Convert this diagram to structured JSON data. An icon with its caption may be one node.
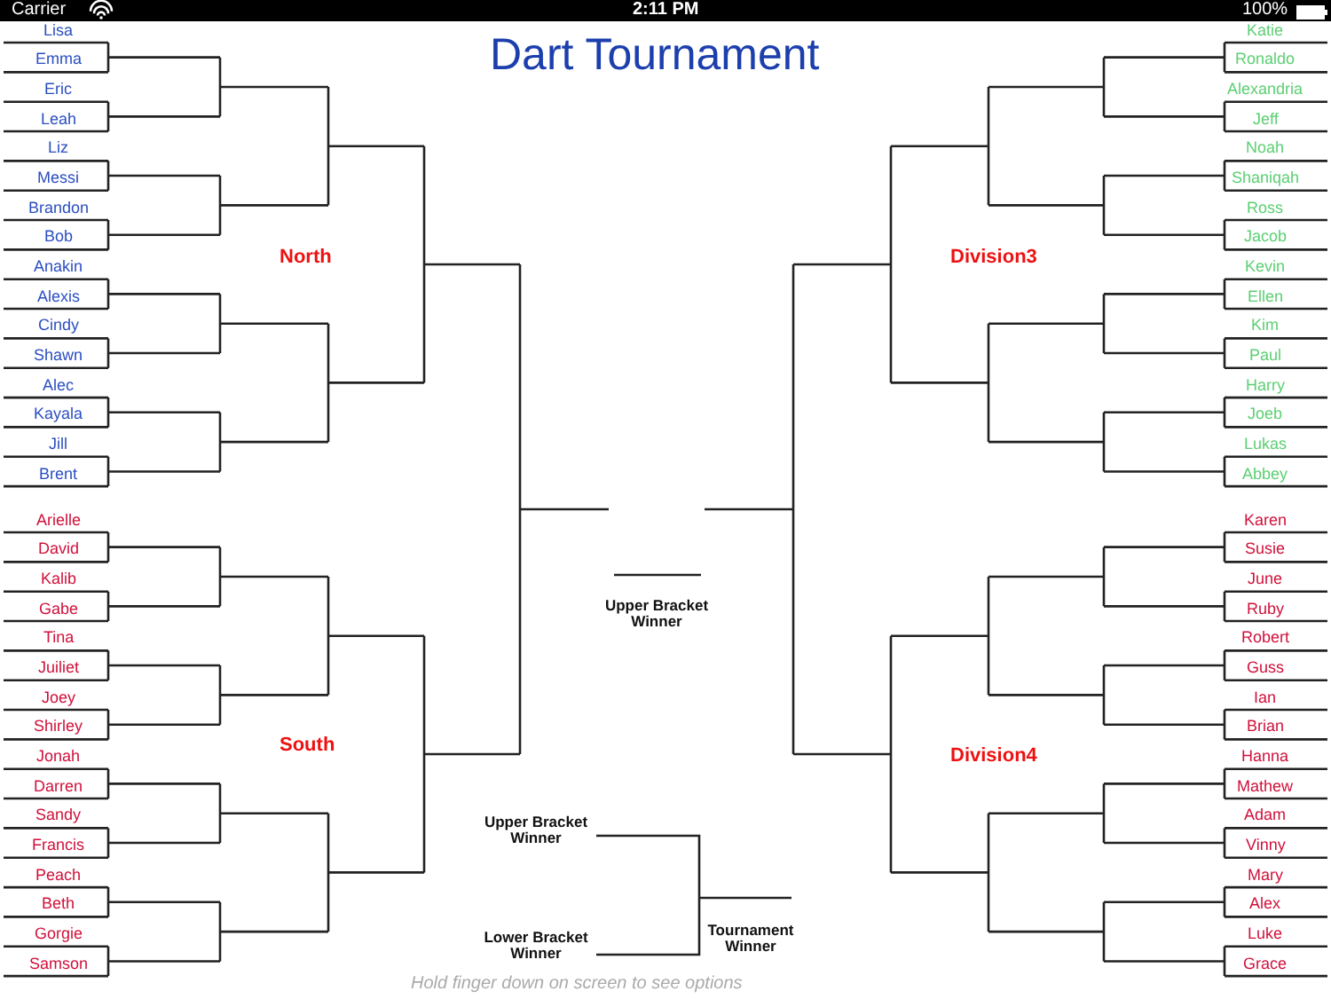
{
  "diagram": {
    "title": "Dart Tournament",
    "labels": [
      "Carrier",
      "2:11 PM",
      "100%",
      "Lisa",
      "Emma",
      "Eric",
      "Leah",
      "Liz",
      "Messi",
      "Brandon",
      "Bob",
      "Anakin",
      "Alexis",
      "Cindy",
      "Shawn",
      "Alec",
      "Kayala",
      "Jill",
      "Brent",
      "North",
      "Arielle",
      "David",
      "Kalib",
      "Gabe",
      "Tina",
      "Juiliet",
      "Joey",
      "Shirley",
      "Jonah",
      "Darren",
      "Sandy",
      "Francis",
      "Peach",
      "Beth",
      "Gorgie",
      "Samson",
      "South",
      "Katie",
      "Ronaldo",
      "Alexandria",
      "Jeff",
      "Noah",
      "Shaniqah",
      "Ross",
      "Jacob",
      "Kevin",
      "Ellen",
      "Kim",
      "Paul",
      "Harry",
      "Joeb",
      "Lukas",
      "Abbey",
      "Division3",
      "Karen",
      "Susie",
      "June",
      "Ruby",
      "Robert",
      "Guss",
      "Ian",
      "Brian",
      "Hanna",
      "Mathew",
      "Adam",
      "Vinny",
      "Mary",
      "Alex",
      "Luke",
      "Grace",
      "Division4",
      "Upper Bracket Winner",
      "Upper Bracket Winner",
      "Lower Bracket Winner",
      "Tournament Winner",
      "Hold finger down on screen to see options"
    ]
  }
}
